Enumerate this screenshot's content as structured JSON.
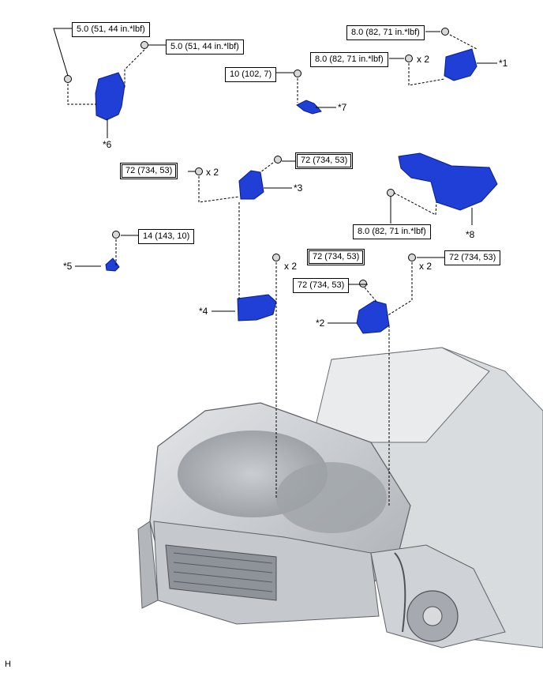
{
  "torque_labels": [
    "5.0 (51, 44 in.*lbf)",
    "5.0 (51, 44 in.*lbf)",
    "8.0 (82, 71 in.*lbf)",
    "8.0 (82, 71 in.*lbf)",
    "10 (102, 7)",
    "72 (734, 53)",
    "72 (734, 53)",
    "8.0 (82, 71 in.*lbf)",
    "14 (143, 10)",
    "72 (734, 53)",
    "72 (734, 53)",
    "72 (734, 53)"
  ],
  "multipliers": [
    "x 2",
    "x 2",
    "x 2",
    "x 2"
  ],
  "callouts": [
    "*1",
    "*2",
    "*3",
    "*4",
    "*5",
    "*6",
    "*7",
    "*8"
  ],
  "corner_mark": "H",
  "colors": {
    "part_blue": "#1f3fd6",
    "part_dark": "#0a1d8c",
    "line": "#000000",
    "vehicle_gray": "#b8bcc2"
  }
}
